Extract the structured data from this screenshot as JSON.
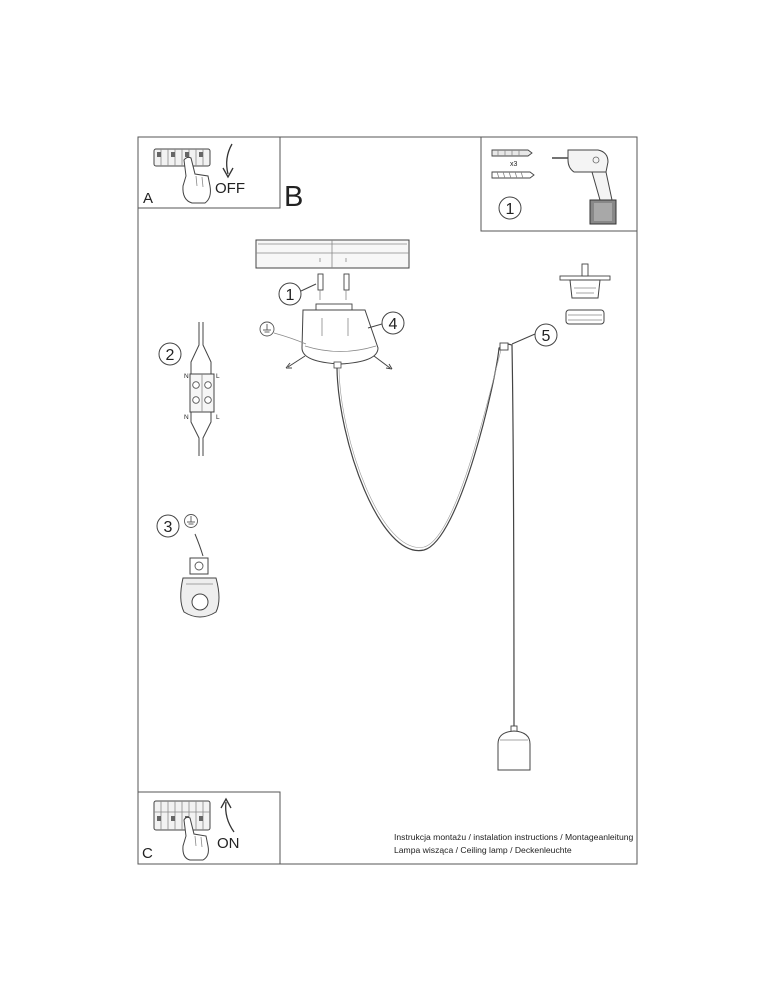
{
  "panels": {
    "a": {
      "letter": "A",
      "action": "OFF"
    },
    "b": {
      "letter": "B"
    },
    "c": {
      "letter": "C",
      "action": "ON"
    }
  },
  "tools_panel": {
    "step": "1",
    "anchor_qty": "x3"
  },
  "steps": {
    "s1": "1",
    "s2": "2",
    "s3": "3",
    "s4": "4",
    "s5": "5"
  },
  "terminal_labels": {
    "neutral": "N",
    "live": "L"
  },
  "footer": {
    "line1": "Instrukcja montażu / instalation instructions / Montageanleitung",
    "line2": "Lampa wisząca / Ceiling lamp / Deckenleuchte"
  }
}
